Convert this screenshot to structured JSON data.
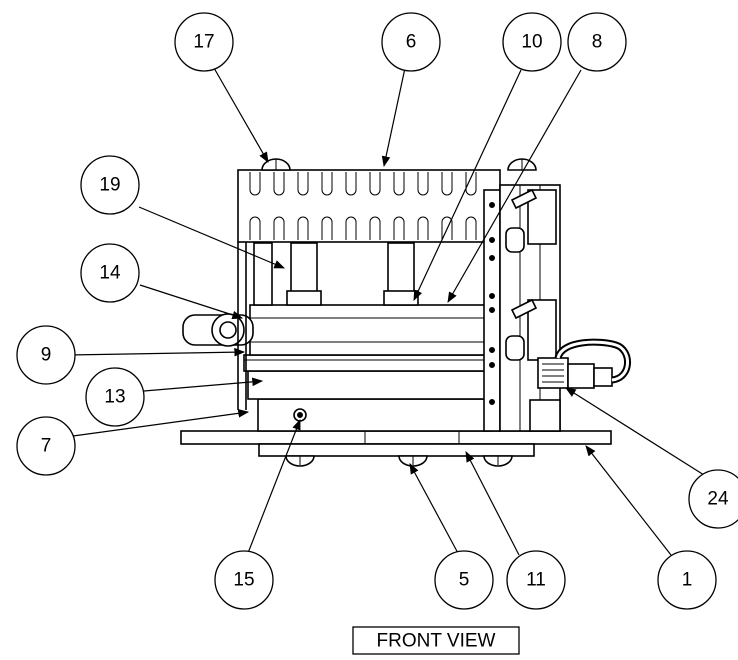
{
  "view_title": "FRONT VIEW",
  "callouts": [
    {
      "id": "17",
      "label": "17"
    },
    {
      "id": "6",
      "label": "6"
    },
    {
      "id": "10",
      "label": "10"
    },
    {
      "id": "8",
      "label": "8"
    },
    {
      "id": "19",
      "label": "19"
    },
    {
      "id": "14",
      "label": "14"
    },
    {
      "id": "9",
      "label": "9"
    },
    {
      "id": "13",
      "label": "13"
    },
    {
      "id": "7",
      "label": "7"
    },
    {
      "id": "24",
      "label": "24"
    },
    {
      "id": "15",
      "label": "15"
    },
    {
      "id": "5",
      "label": "5"
    },
    {
      "id": "11",
      "label": "11"
    },
    {
      "id": "1",
      "label": "1"
    }
  ]
}
